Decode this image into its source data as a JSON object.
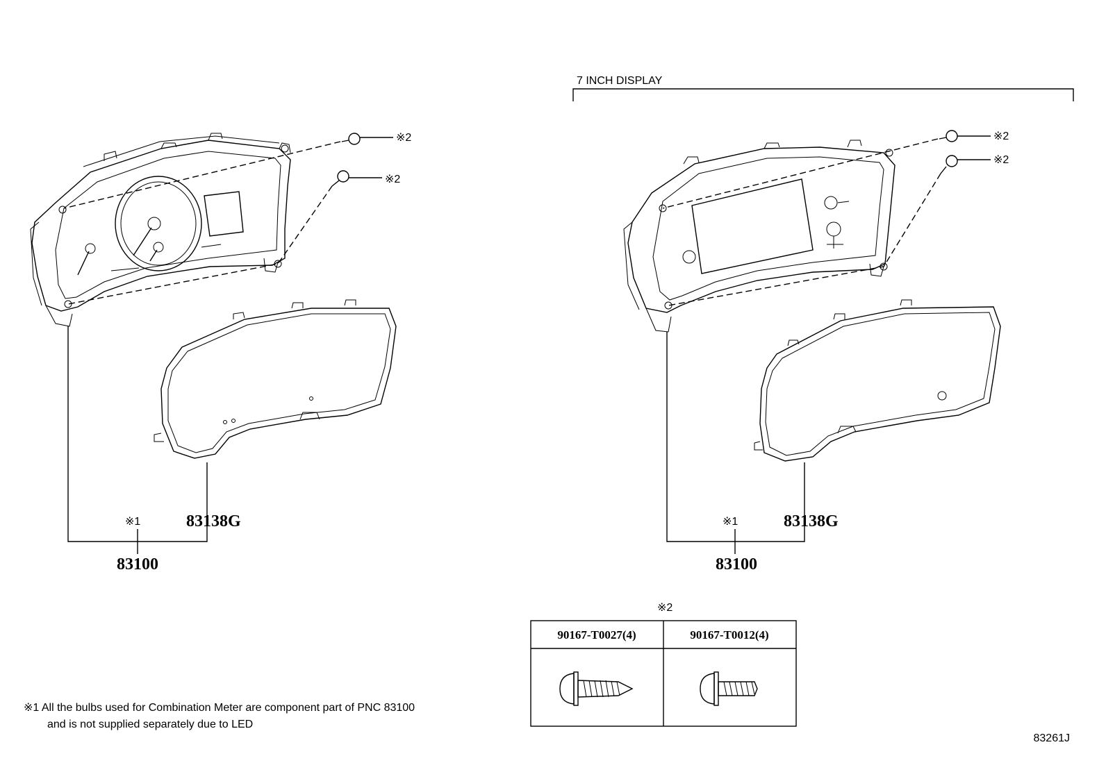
{
  "left_assembly": {
    "callout_marks": [
      "※2",
      "※2"
    ],
    "note_ref": "※1",
    "lens_part": "83138G",
    "meter_part": "83100"
  },
  "right_assembly": {
    "group_label": "7 INCH DISPLAY",
    "callout_marks": [
      "※2",
      "※2"
    ],
    "note_ref": "※1",
    "lens_part": "83138G",
    "meter_part": "83100"
  },
  "screw_table": {
    "header": "※2",
    "columns": [
      "90167-T0027(4)",
      "90167-T0012(4)"
    ]
  },
  "footnote": {
    "line1": "※1 All the bulbs used for Combination Meter are component part of PNC 83100",
    "line2": "and is not supplied separately due to LED"
  },
  "diagram_code": "83261J"
}
